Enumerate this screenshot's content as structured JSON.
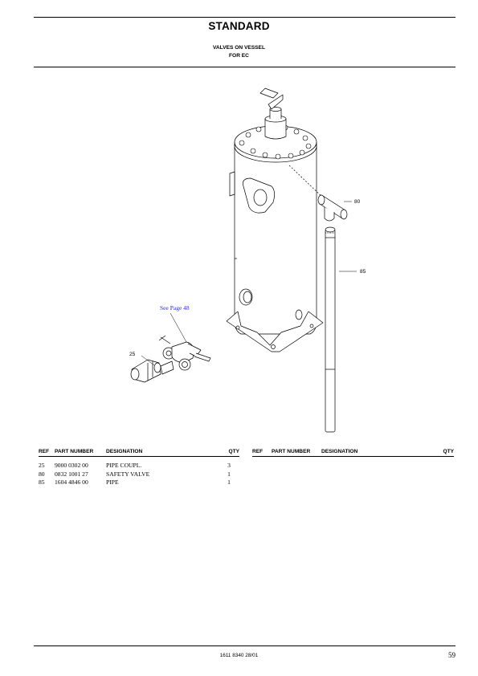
{
  "header": {
    "title": "STANDARD",
    "subtitle_line1": "VALVES ON VESSEL",
    "subtitle_line2": "FOR EC"
  },
  "drawing": {
    "callouts": {
      "c80": "80",
      "c85": "85",
      "c25": "25"
    },
    "see_page_link": "See Page 48",
    "link_color": "#2a2adc"
  },
  "parts_table": {
    "columns": {
      "ref": "REF",
      "part_number": "PART NUMBER",
      "designation": "DESIGNATION",
      "qty": "QTY"
    },
    "rows": [
      {
        "ref": "25",
        "part_number": "9000 0302 00",
        "designation": "PIPE COUPL.",
        "qty": "3"
      },
      {
        "ref": "80",
        "part_number": "0832 1001 27",
        "designation": "SAFETY VALVE",
        "qty": "1"
      },
      {
        "ref": "85",
        "part_number": "1604 4846 00",
        "designation": "PIPE",
        "qty": "1"
      }
    ]
  },
  "footer": {
    "doc_code": "1611 8340 28/01",
    "page_number": "59"
  }
}
